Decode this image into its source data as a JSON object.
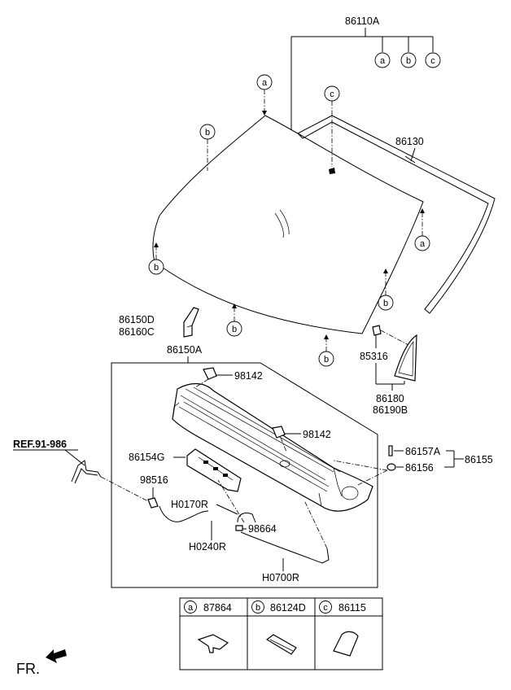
{
  "part_numbers": {
    "windshield_assy": "86110A",
    "molding": "86130",
    "cowl_bracket_line1": "86150D",
    "cowl_bracket_line2": "86160C",
    "cowl_assy": "86150A",
    "clip_upper": "98142",
    "clip_mid": "98142",
    "cowl_seal": "86154G",
    "nozzle": "98516",
    "hose_a": "H0170R",
    "connector": "98664",
    "hose_b": "H0240R",
    "hose_c": "H0700R",
    "fastener": "85316",
    "quarter_glass_line1": "86180",
    "quarter_glass_line2": "86190B",
    "cap_screw": "86157A",
    "retainer": "86156",
    "cover_assy": "86155"
  },
  "reference": "REF.91-986",
  "callouts": {
    "a": "a",
    "b": "b",
    "c": "c"
  },
  "legend": [
    {
      "letter": "a",
      "part": "87864"
    },
    {
      "letter": "b",
      "part": "86124D"
    },
    {
      "letter": "c",
      "part": "86115"
    }
  ],
  "front_label": "FR."
}
